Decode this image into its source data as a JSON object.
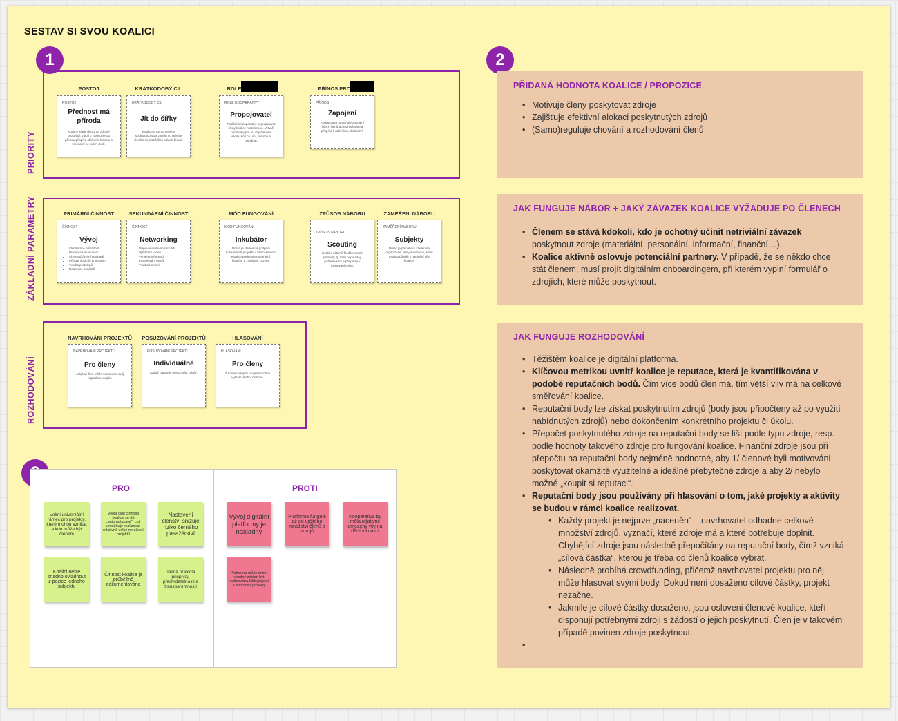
{
  "board": {
    "title": "SESTAV SI SVOU KOALICI"
  },
  "markers": [
    "1",
    "2",
    "3"
  ],
  "canvas": {
    "priority": {
      "label": "PRIORITY",
      "cards": [
        {
          "head": "POSTOJ",
          "label": "POSTOJ",
          "title": "Přednost má příroda",
          "desc": "Koalice klade důraz na zdravé prostředí, v boji o zaslouženou přírodu přispívá aktivním hlasem a změnami ve svém okolí."
        },
        {
          "head": "KRÁTKODOBÝ CÍL",
          "label": "KRÁTKODOBÝ CÍL",
          "title": "Jít do šířky",
          "desc": "Koalice chce co nejvíce spolupracovat a zapojit co nejvíce členů z nejrůznějších oblastí života."
        },
        {
          "head": "ROLE",
          "label": "ROLE KOOPERATIVY",
          "title": "Propojovatel",
          "desc": "Posláním kooperativy je propojovat členy koalice mezi sebou. Vytváří podmínky pro to, aby členové věděli, kdo co umí, a mohli si pomáhat."
        },
        {
          "head": "PŘÍNOS PRO",
          "label": "PŘÍNOS",
          "title": "Zapojení",
          "desc": "Kooperativa umožňuje zapojení všech členů do rozhodování a přispívá k aktivnímu občanství."
        }
      ]
    },
    "params": {
      "label": "ZÁKLADNÍ PARAMETRY",
      "cards": [
        {
          "head": "PRIMÁRNÍ ČINNOST",
          "label": "ČINNOST",
          "title": "Vývoj",
          "items": [
            "Identifikace příležitostí",
            "Prozkoumání inovací",
            "Shromažďování podkladů",
            "Přiřazení zdrojů projektům",
            "Tvorba prototypů",
            "Realizace projektů"
          ]
        },
        {
          "head": "SEKUNDÁRNÍ ČINNOST",
          "label": "ČINNOST",
          "title": "Networking",
          "items": [
            "Mapování relevantních lidí",
            "Vytváření vazeb",
            "Výměna informací",
            "Propojování členů",
            "Tvorba komunit"
          ]
        },
        {
          "head": "MÓD FUNGOVÁNÍ",
          "label": "MÓD FUNGOVÁNÍ",
          "title": "Inkubátor",
          "desc": "Důraz je kladen na podporu konkrétních projektů v rámci koalice. Koalice poskytuje materiální, finanční a znalostní zázemí."
        },
        {
          "head": "ZPŮSOB NÁBORU",
          "label": "ZPŮSOB NÁBORU",
          "title": "Scouting",
          "desc": "Koalice aktivně hledá vhodné partnery, ty, kteří odpovídají požadavkům a přispívají k fungování celku."
        },
        {
          "head": "ZAMĚŘENÍ NÁBORU",
          "label": "ZAMĚŘENÍ NÁBORU",
          "title": "Subjekty",
          "desc": "Důraz je při náboru kladen na organizace, firmy a instituce, které mohou přispět k naplnění cíle koalice."
        }
      ]
    },
    "decision": {
      "label": "ROZHODOVÁNÍ",
      "cards": [
        {
          "head": "NAVRHOVÁNÍ PROJEKTŮ",
          "label": "NAVRHOVÁNÍ PROJEKTŮ",
          "title": "Pro členy",
          "desc": "Jakýkoli člen může nominovat svůj nápad na projekt."
        },
        {
          "head": "POSUZOVÁNÍ PROJEKTŮ",
          "label": "POSUZOVÁNÍ PROJEKTŮ",
          "title": "Individuálně",
          "desc": "Každý nápad je posuzován zvlášť."
        },
        {
          "head": "HLASOVÁNÍ",
          "label": "HLASOVÁNÍ",
          "title": "Pro členy",
          "desc": "Z nominovaných projektů mohou vybírat všichni členové."
        }
      ]
    }
  },
  "panels": [
    {
      "heading": "PŘIDANÁ HODNOTA KOALICE / PROPOZICE",
      "items": [
        {
          "rich": "Motivuje členy poskytovat zdroje"
        },
        {
          "rich": "Zajišťuje efektivní alokaci poskytnutých zdrojů"
        },
        {
          "rich": "(Samo)reguluje chování a rozhodování členů"
        }
      ]
    },
    {
      "heading": "JAK FUNGUJE NÁBOR + JAKÝ ZÁVAZEK KOALICE VYŽADUJE PO ČLENECH",
      "items": [
        {
          "rich": "**Členem se stává kdokoli, kdo je ochotný učinit netriviální závazek** = poskytnout zdroje (materiální, personální, informační, finanční…)."
        },
        {
          "rich": "**Koalice aktivně oslovuje potenciální partnery.** V případě, že se někdo chce stát členem, musí projít digitálním onboardingem, při kterém vyplní formulář o zdrojích, které může poskytnout."
        }
      ]
    },
    {
      "heading": "JAK FUNGUJE ROZHODOVÁNÍ",
      "items": [
        {
          "rich": "Těžištěm koalice je digitální platforma."
        },
        {
          "rich": "**Klíčovou metrikou uvnitř koalice je reputace, která je kvantifikována v podobě reputačních bodů.** Čím více bodů člen má, tím větší vliv má na celkové směřování koalice."
        },
        {
          "rich": "Reputační body lze získat poskytnutím zdrojů (body jsou připočteny až po využití nabídnutých zdrojů) nebo dokončením konkrétního projektu či úkolu."
        },
        {
          "rich": "Přepočet poskytnutého zdroje na reputační body se liší podle typu zdroje, resp. podle hodnoty takového zdroje pro fungování koalice. Finanční zdroje jsou při přepočtu na reputační body nejméně hodnotné, aby 1/ členové byli motivováni poskytovat okamžitě využitelné a ideálně přebytečné zdroje a aby 2/ nebylo možné „koupit si reputaci“."
        },
        {
          "rich": "**Reputační body jsou používány při hlasování o tom, jaké projekty a aktivity se budou v rámci koalice realizovat.**"
        },
        {
          "rich": "Každý projekt je nejprve „naceněn“ – navrhovatel odhadne celkové množství zdrojů, vyznačí, které zdroje má a které potřebuje doplnit. Chybějící zdroje jsou následně přepočítány na reputační body, čímž vzniká „cílová částka“, kterou je třeba od členů koalice vybrat.",
          "sub": true
        },
        {
          "rich": "Následně probíhá crowdfunding, přičemž navrhovatel projektu pro něj může hlasovat svými body. Dokud není dosaženo cílové částky, projekt nezačne.",
          "sub": true
        },
        {
          "rich": "Jakmile je cílové částky dosaženo, jsou osloveni členové koalice, kteří disponují potřebnými zdroji s žádostí o jejich poskytnutí. Člen je v takovém případě povinen zdroje poskytnout.",
          "sub": true
        },
        {
          "rich": ""
        }
      ]
    }
  ],
  "proscons": {
    "pro_heading": "PRO",
    "con_heading": "PROTI",
    "pro": [
      "Velmi univerzální rámec pro projekty, které mohou vznikat a kdo může být členem",
      "Velká část činnosti koalice se dá „automatizovat“, což umožňuje realizovat relativně velké množství projektů",
      "Nastavení členství snižuje riziko černého pasažérství",
      "Koalici nelze snadno ovládnout z pozice jednoho subjektu",
      "Činnost koalice je průběžně dokumentována",
      "Jasná pravidla přispívají předvídatelnosti a transparentnosti"
    ],
    "con": [
      "Vývoj digitální platformy je nákladný",
      "Platforma funguje až od určitého množství členů a zdrojů",
      "Kooperativa by měla relativně omezený vliv na dění v koalici",
      "Platforma může mimo vhodný záslon být realizována lobbyingové a zahraničí projekty"
    ]
  },
  "colors": {
    "board": "#fef6b3",
    "accent": "#8e24aa",
    "panel": "#ecc9ab",
    "sticky_green": "#d7f28c",
    "sticky_pink": "#f07790"
  }
}
